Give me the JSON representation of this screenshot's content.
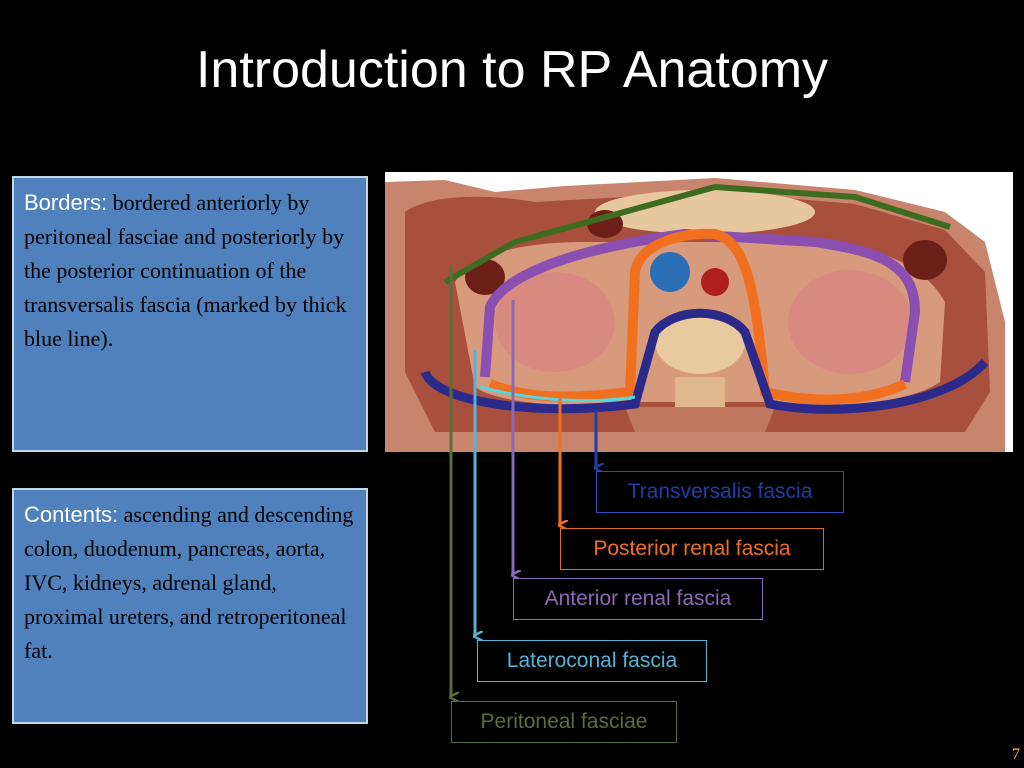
{
  "slide": {
    "title": "Introduction to RP Anatomy",
    "page_number": "7"
  },
  "borders": {
    "heading": "Borders:",
    "text": " bordered anteriorly by  peritoneal fasciae and posteriorly by the posterior continuation of the transversalis fascia (marked by thick blue line)."
  },
  "contents": {
    "heading": "Contents:",
    "text": " ascending and descending colon, duodenum, pancreas, aorta, IVC, kidneys, adrenal gland, proximal ureters, and retroperitoneal fat."
  },
  "labels": {
    "transversalis": "Transversalis fascia",
    "posterior_renal": "Posterior renal fascia",
    "anterior_renal": "Anterior renal fascia",
    "lateroconal": "Lateroconal fascia",
    "peritoneal": "Peritoneal fasciae"
  },
  "colors": {
    "transversalis": "#1f3fa8",
    "posterior_renal": "#f07020",
    "anterior_renal": "#8a6ab8",
    "lateroconal": "#56b3d8",
    "peritoneal": "#5a6e3a",
    "box_fill": "#4f81bd"
  }
}
